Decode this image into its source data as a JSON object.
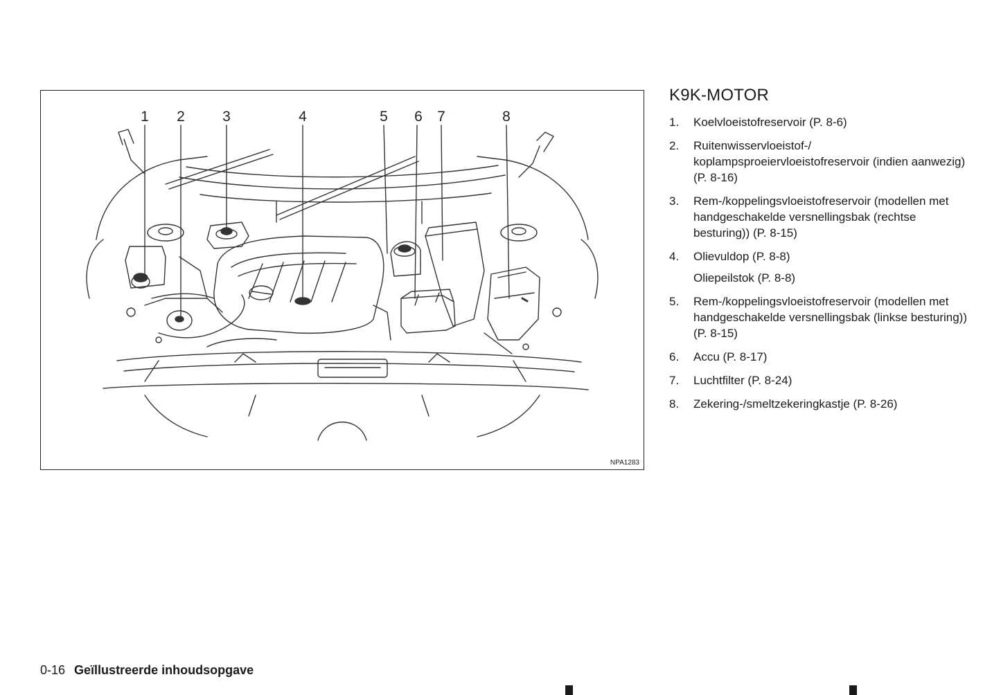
{
  "figure": {
    "code": "NPA1283",
    "callouts": [
      "1",
      "2",
      "3",
      "4",
      "5",
      "6",
      "7",
      "8"
    ]
  },
  "section": {
    "title": "K9K-MOTOR",
    "items": [
      {
        "num": "1.",
        "text": "Koelvloeistofreservoir (P. 8-6)"
      },
      {
        "num": "2.",
        "text": "Ruitenwisservloeistof-/ koplampsproeiervloeistofreservoir (indien aanwezig) (P. 8-16)"
      },
      {
        "num": "3.",
        "text": "Rem-/koppelingsvloeistofreservoir (modellen met handgeschakelde versnellingsbak (rechtse besturing)) (P. 8-15)"
      },
      {
        "num": "4.",
        "text": "Olievuldop (P. 8-8)"
      },
      {
        "num": "5.",
        "text": "Rem-/koppelingsvloeistofreservoir (modellen met handgeschakelde versnellingsbak (linkse besturing)) (P. 8-15)"
      },
      {
        "num": "6.",
        "text": "Accu (P. 8-17)"
      },
      {
        "num": "7.",
        "text": "Luchtfilter (P. 8-24)"
      },
      {
        "num": "8.",
        "text": "Zekering-/smeltzekeringkastje (P. 8-26)"
      }
    ],
    "item4_extra": "Oliepeilstok (P. 8-8)"
  },
  "footer": {
    "page_number": "0-16",
    "title": "Geïllustreerde inhoudsopgave"
  }
}
